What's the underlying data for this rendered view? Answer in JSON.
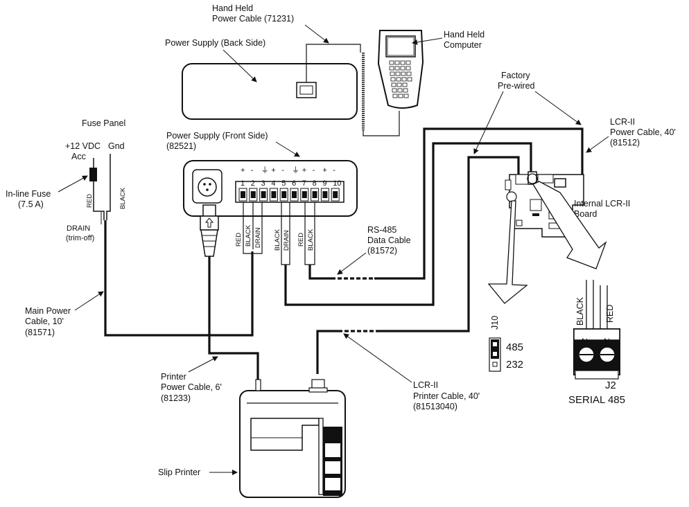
{
  "labels": {
    "hand_held_cable_1": "Hand Held",
    "hand_held_cable_2": "Power Cable (71231)",
    "hand_held_computer_1": "Hand Held",
    "hand_held_computer_2": "Computer",
    "ps_back": "Power Supply (Back Side)",
    "factory_1": "Factory",
    "factory_2": "Pre-wired",
    "lcr_power_1": "LCR-II",
    "lcr_power_2": "Power Cable, 40'",
    "lcr_power_3": "(81512)",
    "fuse_panel": "Fuse Panel",
    "vdc_1": "+12 VDC",
    "vdc_2": "Acc",
    "gnd": "Gnd",
    "inline_fuse_1": "In-line Fuse",
    "inline_fuse_2": "(7.5 A)",
    "red": "RED",
    "black": "BLACK",
    "drain": "DRAIN",
    "trim_off": "(trim-off)",
    "ps_front_1": "Power Supply (Front Side)",
    "ps_front_2": "(82521)",
    "internal_lcr_1": "Internal LCR-II",
    "internal_lcr_2": "Board",
    "rs485_1": "RS-485",
    "rs485_2": "Data Cable",
    "rs485_3": "(81572)",
    "main_power_1": "Main Power",
    "main_power_2": "Cable, 10'",
    "main_power_3": "(81571)",
    "j10": "J10",
    "j10_485": "485",
    "j10_232": "232",
    "j2": "J2",
    "serial_485": "SERIAL 485",
    "j2_pin_25": "25",
    "j2_pin_24": "24",
    "printer_power_1": "Printer",
    "printer_power_2": "Power Cable, 6'",
    "printer_power_3": "(81233)",
    "lcr_printer_1": "LCR-II",
    "lcr_printer_2": "Printer Cable, 40'",
    "lcr_printer_3": "(81513040)",
    "slip_printer": "Slip Printer",
    "terminal_numbers": [
      "1",
      "2",
      "3",
      "4",
      "5",
      "6",
      "7",
      "8",
      "9",
      "10"
    ],
    "terminal_signs": [
      "+",
      "-",
      "⏚",
      "+",
      "-",
      "⏚",
      "+",
      "-",
      "+",
      "-"
    ]
  }
}
